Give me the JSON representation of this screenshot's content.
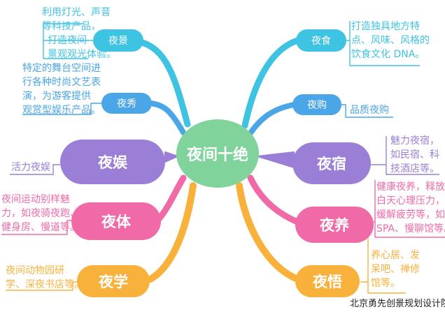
{
  "center": {
    "label": "夜间十绝",
    "color": "#7fd39b"
  },
  "nodes": {
    "yejing": {
      "label": "夜景",
      "color": "#3ec3e2",
      "desc": [
        "利用灯光、声音",
        "等科技产品，",
        "打造夜间",
        "景观观光体验。"
      ]
    },
    "yexiu": {
      "label": "夜秀",
      "color": "#4aa6e6",
      "desc": [
        "特定的舞台空间进",
        "行各种时尚文艺表",
        "演，为游客提供",
        "观赏型娱乐产品。"
      ]
    },
    "yeyu": {
      "label": "夜娱",
      "color": "#9b7fd6",
      "desc": [
        "活力夜娱"
      ]
    },
    "yeti": {
      "label": "夜体",
      "color": "#f06aa8",
      "desc": [
        "夜间运动别样魅",
        "力，如夜骑夜跑、",
        "健身房、慢道等。"
      ]
    },
    "yexue": {
      "label": "夜学",
      "color": "#f8b23c",
      "desc": [
        "夜间动物园研",
        "学、深夜书店等。"
      ]
    },
    "yeshi": {
      "label": "夜食",
      "color": "#3ec3e2",
      "desc": [
        "打造独具地方特",
        "点、风味、风格的",
        "饮食文化 DNA。"
      ]
    },
    "yegou": {
      "label": "夜购",
      "color": "#4aa6e6",
      "desc": [
        "品质夜购"
      ]
    },
    "yesu": {
      "label": "夜宿",
      "color": "#9b7fd6",
      "desc": [
        "魅力夜宿，",
        "如民宿、科",
        "技酒店等。"
      ]
    },
    "yeyang": {
      "label": "夜养",
      "color": "#f06aa8",
      "desc": [
        "健康夜养，释放",
        "白天心理压力，",
        "缓解疲劳等，如",
        "SPA、慢聊馆等。"
      ]
    },
    "yewu": {
      "label": "夜悟",
      "color": "#f8b23c",
      "desc": [
        "养心居、发",
        "呆吧、禅修",
        "馆等。"
      ]
    }
  },
  "footer": "北京勇先创景规划设计院"
}
